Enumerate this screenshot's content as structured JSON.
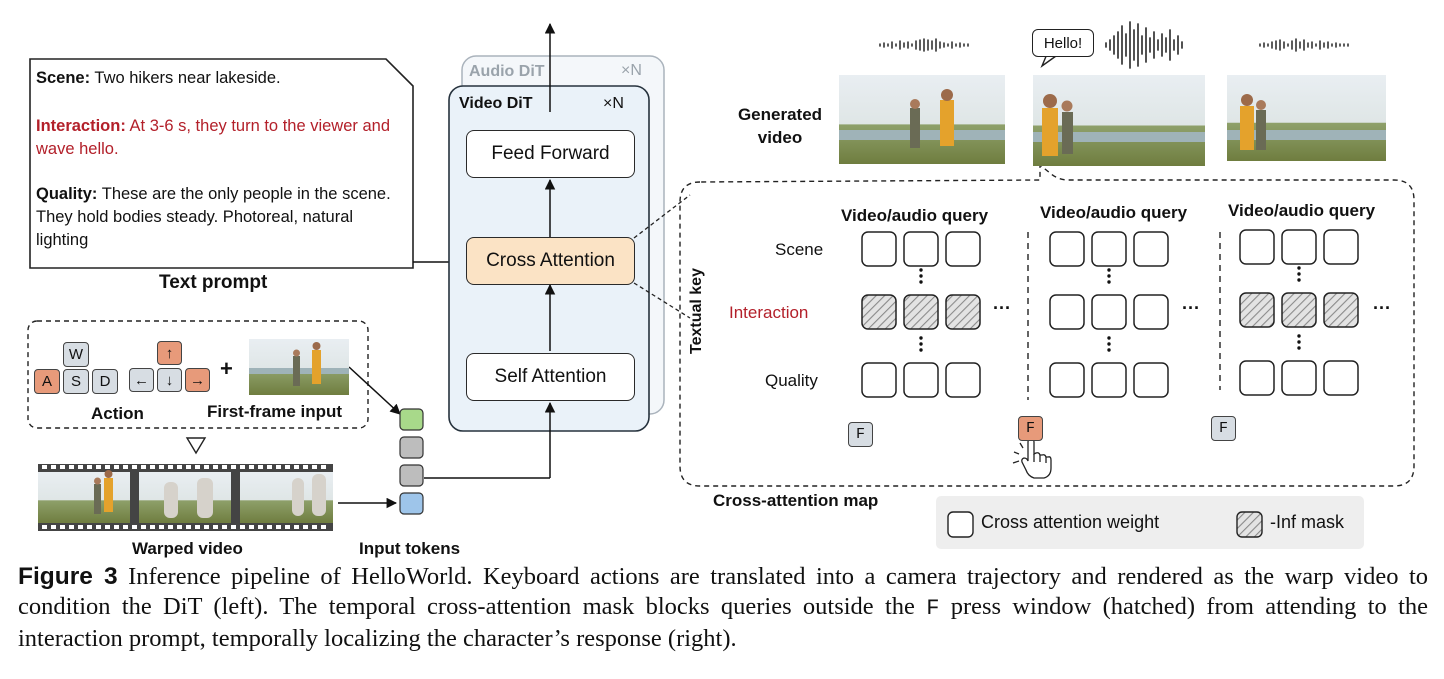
{
  "prompt": {
    "scene_label": "Scene:",
    "scene_text": "Two hikers near lakeside.",
    "interaction_label": "Interaction:",
    "interaction_text": "At 3-6 s, they turn to the viewer and wave hello.",
    "quality_label": "Quality:",
    "quality_text": "These are the only people in the scene. They hold bodies steady. Photoreal, natural lighting",
    "title": "Text prompt"
  },
  "action": {
    "keys": [
      "W",
      "A",
      "S",
      "D",
      "↑",
      "←",
      "↓",
      "→"
    ],
    "plus": "+",
    "label": "Action",
    "first_frame_label": "First-frame input",
    "warped_label": "Warped video",
    "tokens_label": "Input tokens"
  },
  "dit": {
    "audio_label": "Audio DiT",
    "audio_repeat": "×N",
    "video_label": "Video DiT",
    "video_repeat": "×N",
    "feed_forward": "Feed Forward",
    "cross_attention": "Cross Attention",
    "self_attention": "Self Attention"
  },
  "generated": {
    "label": "Generated video",
    "speech": "Hello!"
  },
  "attention_map": {
    "query_label": "Video/audio query",
    "textual_key": "Textual key",
    "rows": [
      "Scene",
      "Interaction",
      "Quality"
    ],
    "ellipsis": "···",
    "f_key": "F",
    "map_label": "Cross-attention map",
    "legend_weight": "Cross attention weight",
    "legend_mask": "-Inf mask"
  },
  "caption": {
    "figure": "Figure 3",
    "text_1": "Inference pipeline of HelloWorld. Keyboard actions are translated into a camera trajectory and rendered as the warp video to condition the DiT (left). The temporal cross-attention mask blocks queries outside the",
    "mono": "F",
    "text_2": "press window (hatched) from attending to the interaction prompt, temporally localizing the character’s response (right)."
  },
  "colors": {
    "interaction_red": "#b3202a",
    "dit_fill": "#eaf2f9",
    "cross_attention_fill": "#fbe3c5",
    "key_orange": "#e79a7a",
    "key_gray": "#d7dde3",
    "token_green": "#a8d98a",
    "token_blue": "#9ec5ea"
  }
}
